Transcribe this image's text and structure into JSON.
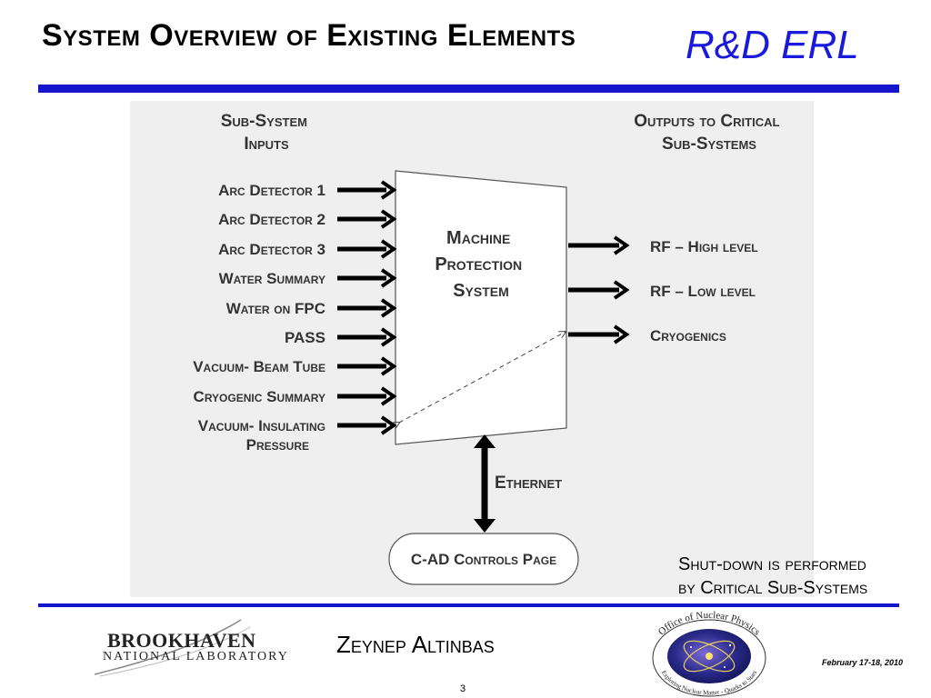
{
  "slide": {
    "title": "System Overview of Existing Elements",
    "brand": "R&D ERL",
    "presenter": "Zeynep Altinbas",
    "date": "February 17-18, 2010",
    "page_number": "3",
    "note_lines": [
      "Shut-down is performed",
      "by Critical Sub-Systems"
    ]
  },
  "diagram": {
    "inputs_header": [
      "Sub-System",
      "Inputs"
    ],
    "outputs_header": [
      "Outputs to Critical",
      "Sub-Systems"
    ],
    "mps_label": [
      "Machine",
      "Protection",
      "System"
    ],
    "inputs": [
      [
        "Arc Detector 1"
      ],
      [
        "Arc Detector 2"
      ],
      [
        "Arc Detector 3"
      ],
      [
        "Water Summary"
      ],
      [
        "Water on FPC"
      ],
      [
        "PASS"
      ],
      [
        "Vacuum- Beam Tube"
      ],
      [
        "Cryogenic Summary"
      ],
      [
        "Vacuum- Insulating",
        "Pressure"
      ]
    ],
    "outputs": [
      "RF – High level",
      "RF – Low level",
      "Cryogenics"
    ],
    "link_label": "Ethernet",
    "controls_label": "C-AD Controls Page"
  },
  "logos": {
    "bnl_name": "BROOKHAVEN",
    "bnl_sub": "NATIONAL LABORATORY",
    "onp_top": "Office of Nuclear Physics",
    "onp_bottom": "Exploring Nuclear Matter - Quarks to Stars"
  },
  "colors": {
    "accent_blue": "#1515cc",
    "brand_blue": "#1a1adc",
    "panel_gray": "#efefef"
  }
}
